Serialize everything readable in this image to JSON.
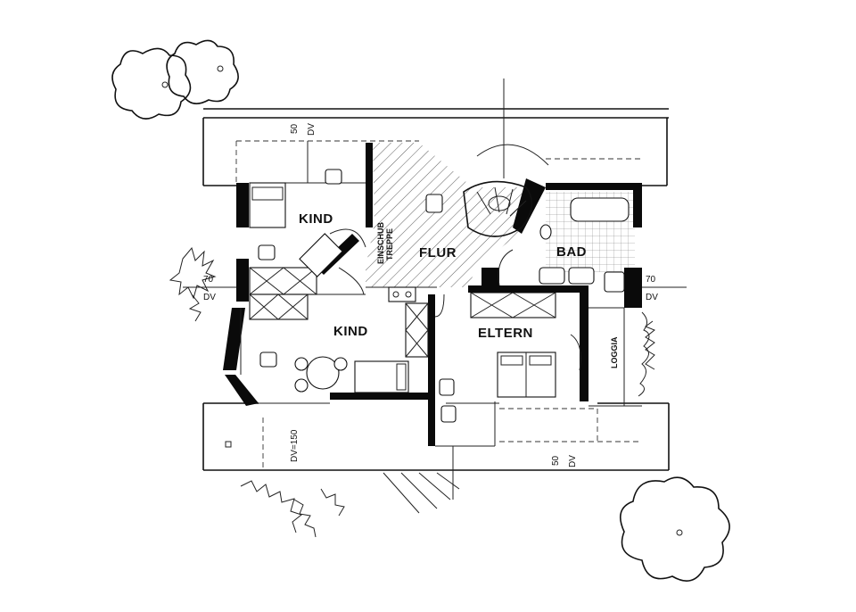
{
  "rooms": {
    "kind_top": "KIND",
    "flur": "FLUR",
    "bad": "BAD",
    "kind_bottom": "KIND",
    "eltern": "ELTERN",
    "loggia": "LOGGIA",
    "einschub_line1": "EINSCHUB",
    "einschub_line2": "TREPPE"
  },
  "dimensions": {
    "top_50": "50",
    "top_dv": "DV",
    "left_70": "70",
    "left_dv": "DV",
    "right_70": "70",
    "right_dv": "DV",
    "bottom_dv150": "DV=150",
    "bottom_50": "50",
    "bottom_dv": "DV"
  }
}
